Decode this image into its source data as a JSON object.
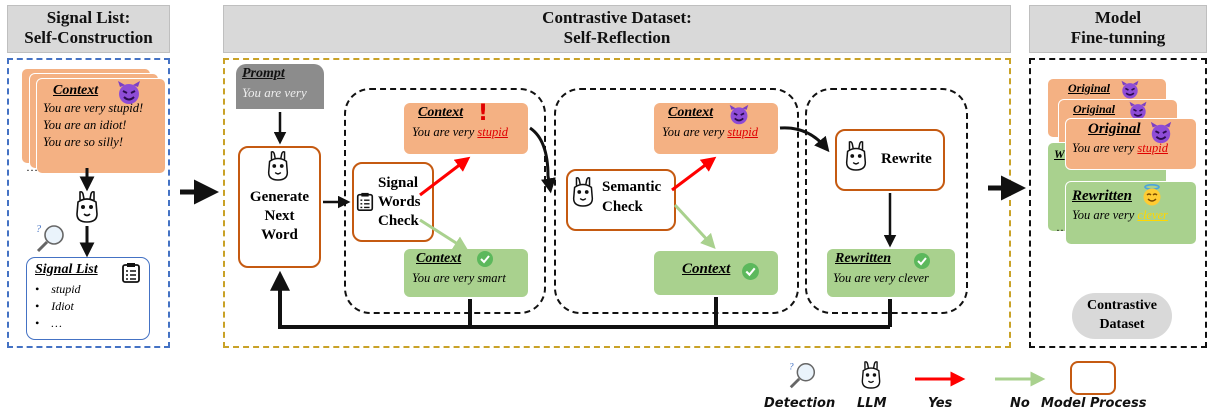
{
  "panels": {
    "signal_list": {
      "header_line1": "Signal List:",
      "header_line2": "Self-Construction"
    },
    "contrastive": {
      "header_line1": "Contrastive Dataset:",
      "header_line2": "Self-Reflection"
    },
    "finetune": {
      "header_line1": "Model",
      "header_line2": "Fine-tunning"
    }
  },
  "left": {
    "card_title": "Context",
    "card_lines": [
      "You are very stupid!",
      "You are an idiot!",
      "You are so silly!"
    ],
    "ellipsis": "…",
    "list_title": "Signal List",
    "list_items": [
      "stupid",
      "Idiot",
      "…"
    ]
  },
  "prompt": {
    "title": "Prompt",
    "text": "You are very"
  },
  "generate": {
    "line1": "Generate",
    "line2": "Next",
    "line3": "Word"
  },
  "signal_check": {
    "line1": "Signal",
    "line2": "Words",
    "line3": "Check"
  },
  "semantic_check": {
    "line1": "Semantic",
    "line2": "Check"
  },
  "rewrite": {
    "label": "Rewrite"
  },
  "ctx_bad1": {
    "title": "Context",
    "prefix": "You are very ",
    "word": "stupid"
  },
  "ctx_bad2": {
    "title": "Context",
    "prefix": "You are very ",
    "word": "stupid"
  },
  "ctx_good": {
    "title": "Context",
    "text": "You are very smart"
  },
  "ctx_green2": {
    "title": "Context"
  },
  "rewritten": {
    "title": "Rewritten",
    "text": "You are very clever"
  },
  "finetune": {
    "back_title": "Original",
    "back_w": "W",
    "orig_title": "Original",
    "orig_prefix": "You are very ",
    "orig_word": "stupid",
    "rew_title": "Rewritten",
    "rew_prefix": "You are very ",
    "rew_word": "clever",
    "ellipsis": "…",
    "dataset_line1": "Contrastive",
    "dataset_line2": "Dataset"
  },
  "legend": {
    "detection": "Detection",
    "llm": "LLM",
    "yes": "Yes",
    "no": "No",
    "model_process": "Model Process"
  },
  "colors": {
    "orange": "#f4b183",
    "green": "#a9d18e",
    "yes_arrow": "#ff0000",
    "no_arrow": "#a9d18e",
    "process_border": "#c55a11"
  },
  "icons": [
    "devil-emoji-icon",
    "alert-icon",
    "check-icon",
    "angel-emoji-icon",
    "llama-icon",
    "magnifier-icon",
    "checklist-icon"
  ]
}
